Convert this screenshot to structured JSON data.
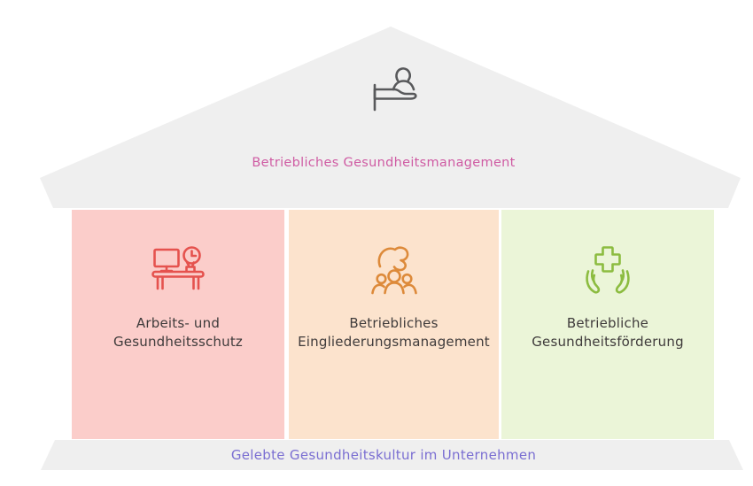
{
  "house": {
    "roof": {
      "label": "Betriebliches Gesundheitsmanagement",
      "label_color": "#cf5ba3",
      "bg_color": "#efefef",
      "icon": "person-at-desk-icon",
      "icon_color": "#58595b"
    },
    "pillars": [
      {
        "lines": [
          "Arbeits- und",
          "Gesundheitsschutz"
        ],
        "icon": "desk-workstation-clock-icon",
        "bg_color": "#fbcdca",
        "icon_color": "#e5524e",
        "label_color": "#3f3b3b"
      },
      {
        "lines": [
          "Betriebliches",
          "Eingliederungsmanagement"
        ],
        "icon": "hand-sheltering-team-icon",
        "bg_color": "#fce3cd",
        "icon_color": "#dd8a3a",
        "label_color": "#3f3b3b"
      },
      {
        "lines": [
          "Betriebliche",
          "Gesundheitsförderung"
        ],
        "icon": "hands-holding-cross-icon",
        "bg_color": "#ebf5d8",
        "icon_color": "#8cbc40",
        "label_color": "#3f3b3b"
      }
    ],
    "base": {
      "label": "Gelebte Gesundheitskultur im Unternehmen",
      "label_color": "#7a6ed2",
      "bg_color": "#efefef"
    }
  }
}
